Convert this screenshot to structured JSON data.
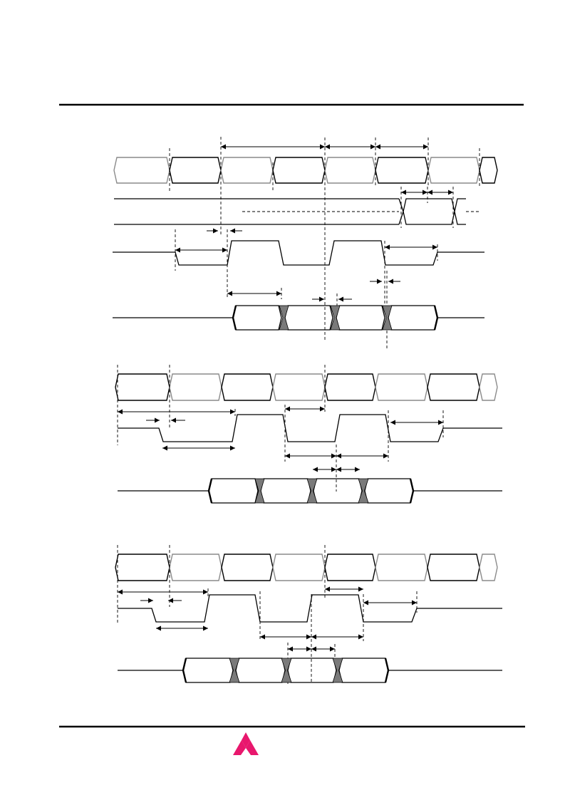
{
  "page": {
    "background": "#ffffff"
  },
  "colors": {
    "line": "#000000",
    "clock_grey": "#8a8a8a",
    "transition_fill": "#7a7a7a",
    "logo": "#e8176d"
  },
  "logo": {
    "icon": "three-diamonds-logo-icon"
  },
  "diagrams": [
    {
      "id": "timing-diagram-1"
    },
    {
      "id": "timing-diagram-2"
    },
    {
      "id": "timing-diagram-3"
    }
  ]
}
